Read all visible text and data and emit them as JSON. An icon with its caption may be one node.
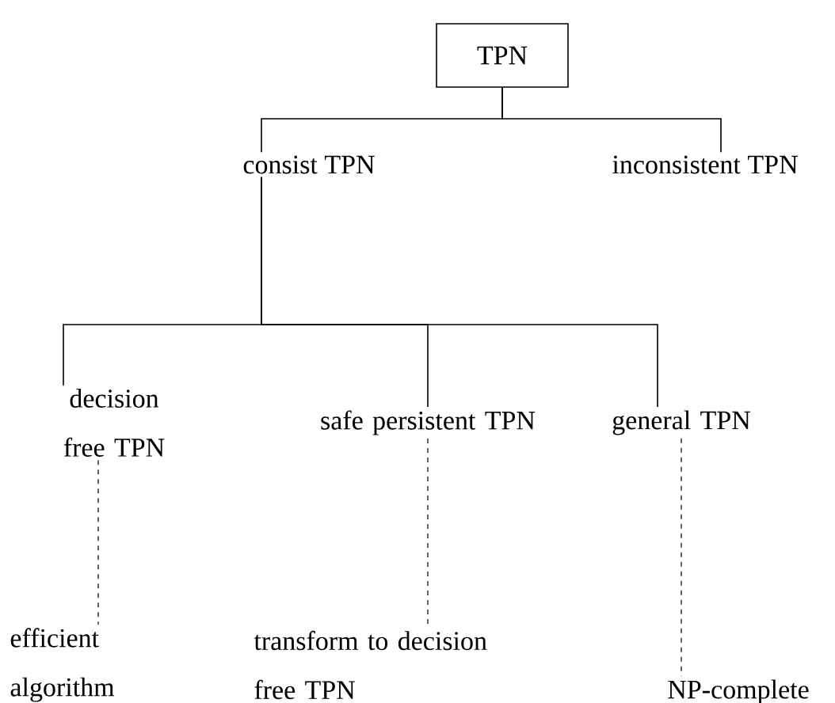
{
  "diagram": {
    "nodes": [
      {
        "text": [
          "TPN"
        ]
      },
      {
        "text": [
          "consist TPN"
        ]
      },
      {
        "text": [
          "inconsistent TPN"
        ]
      },
      {
        "text": [
          "decision free TPN"
        ]
      },
      {
        "text": [
          "safe persistent TPN"
        ]
      },
      {
        "text": [
          "general TPN"
        ]
      },
      {
        "text": [
          "efficient algorithm"
        ]
      },
      {
        "text": [
          "transform to decision free TPN"
        ]
      },
      {
        "text": [
          "NP-complete"
        ]
      }
    ],
    "edges": [
      {
        "from": 0,
        "to": 1,
        "arrow": "none"
      },
      {
        "from": 0,
        "to": 2,
        "arrow": "none"
      },
      {
        "from": 1,
        "to": 3,
        "arrow": "none"
      },
      {
        "from": 1,
        "to": 4,
        "arrow": "none"
      },
      {
        "from": 1,
        "to": 5,
        "arrow": "none"
      },
      {
        "from": 3,
        "to": 6,
        "arrow": "none",
        "style": "dashed"
      },
      {
        "from": 4,
        "to": 7,
        "arrow": "none",
        "style": "dashed"
      },
      {
        "from": 5,
        "to": 8,
        "arrow": "none",
        "style": "dashed"
      }
    ]
  }
}
